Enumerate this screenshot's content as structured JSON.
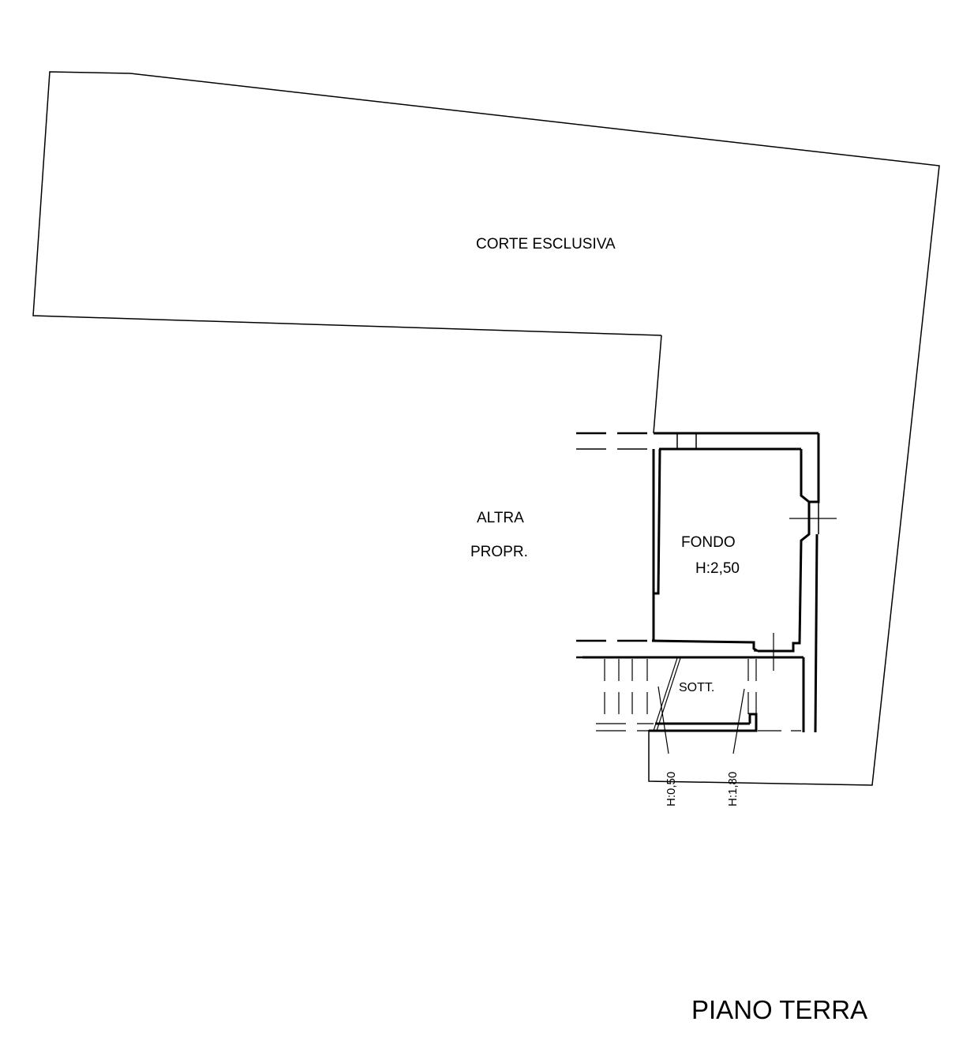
{
  "labels": {
    "courtyard": "CORTE ESCLUSIVA",
    "other_property_line1": "ALTRA",
    "other_property_line2": "PROPR.",
    "room_name": "FONDO",
    "room_height": "H:2,50",
    "attic_name": "SOTT.",
    "attic_height_low": "H:0,50",
    "attic_height_high": "H:1,80",
    "floor_title": "PIANO TERRA"
  },
  "colors": {
    "line": "#000000",
    "background": "#ffffff"
  }
}
